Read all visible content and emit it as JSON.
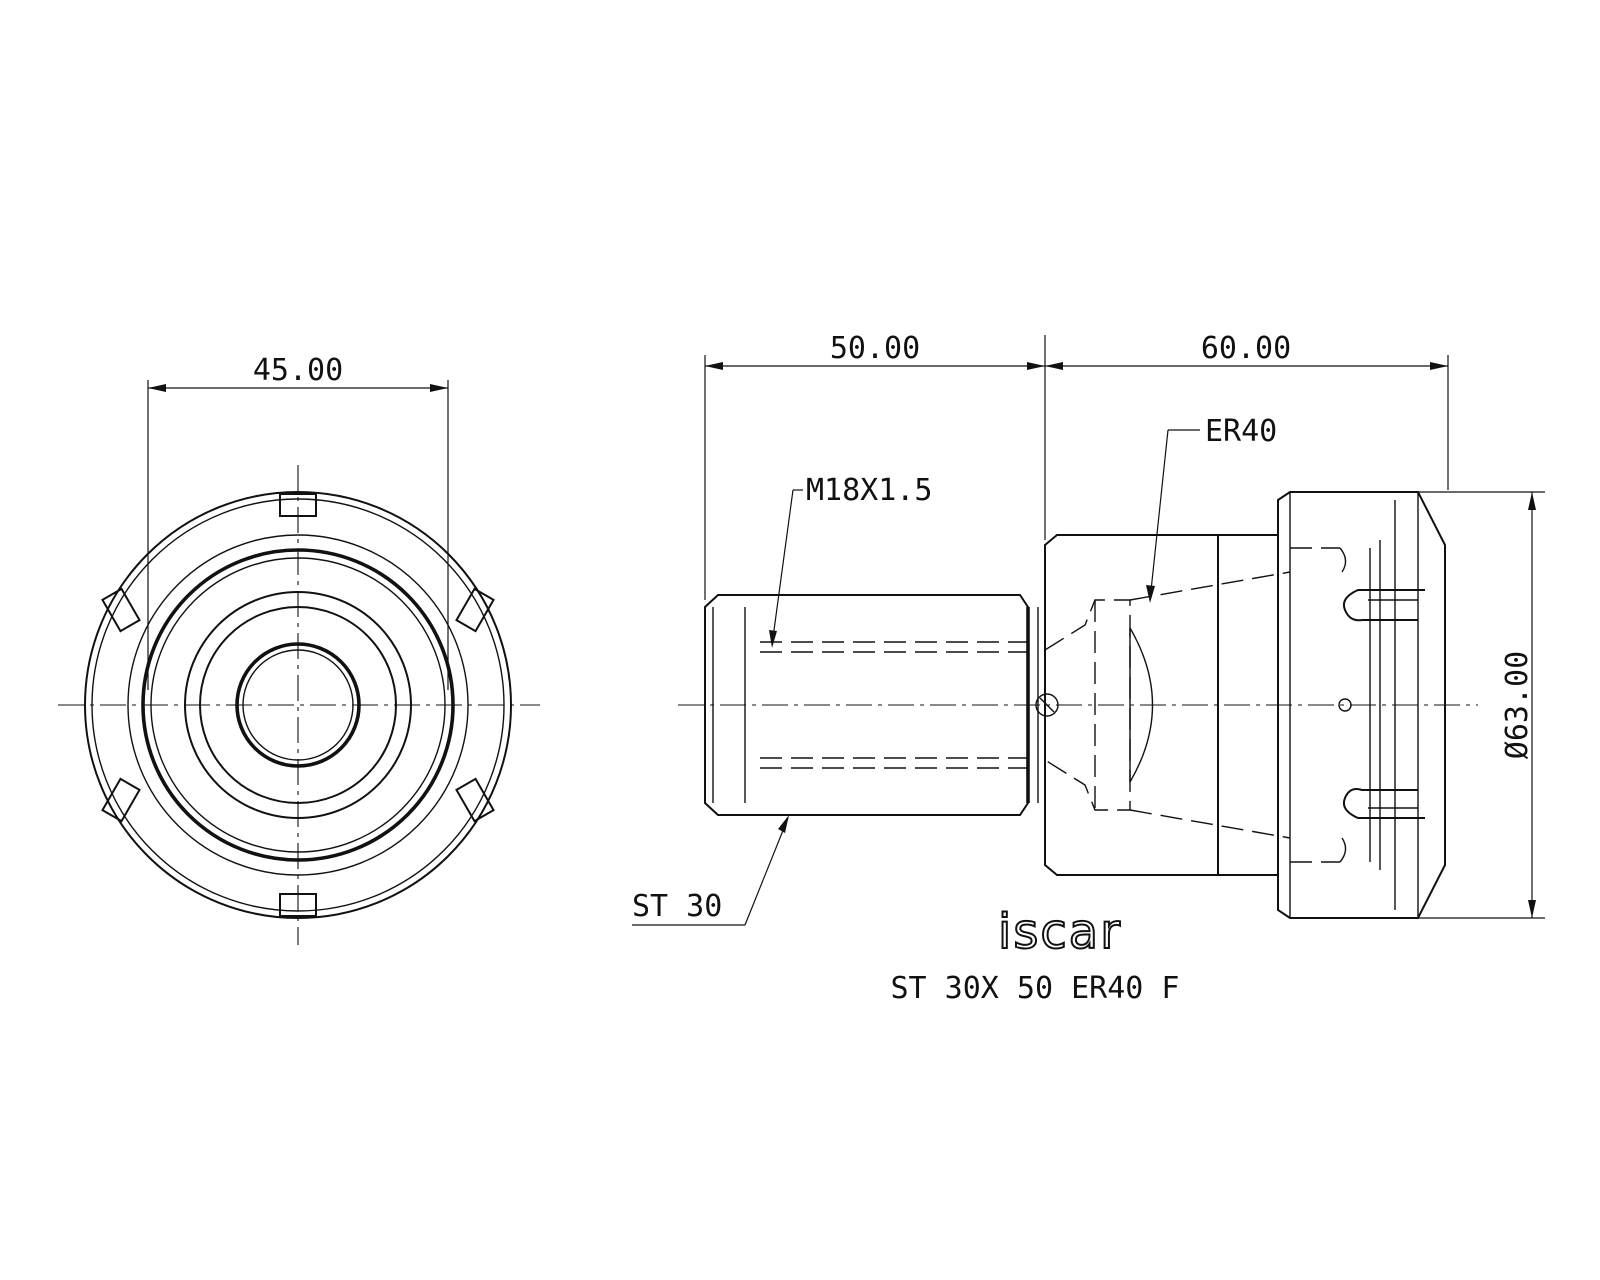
{
  "dimensions": {
    "front_width": "45.00",
    "side_length_left": "50.00",
    "side_length_right": "60.00",
    "diameter": "Ø63.00"
  },
  "callouts": {
    "thread": "M18X1.5",
    "collet": "ER40",
    "shank": "ST 30"
  },
  "brand": {
    "logo_text": "iscar"
  },
  "part_number": "ST 30X 50 ER40 F",
  "colors": {
    "line": "#111111",
    "background": "#ffffff"
  }
}
